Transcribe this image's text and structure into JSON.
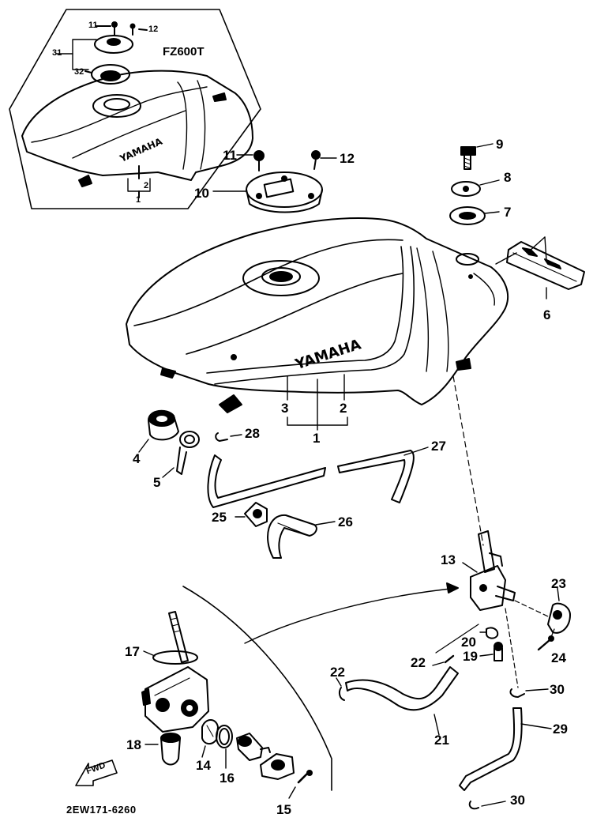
{
  "inset": {
    "model": "FZ600T",
    "labels": {
      "n11": "11",
      "n12": "12",
      "n31": "31",
      "n32": "32",
      "n2": "2",
      "n1": "1"
    },
    "brand": "YAMAHA"
  },
  "tank": {
    "brand": "YAMAHA"
  },
  "callouts": [
    "1",
    "2",
    "3",
    "4",
    "5",
    "6",
    "7",
    "8",
    "9",
    "10",
    "11",
    "12",
    "13",
    "14",
    "15",
    "16",
    "17",
    "18",
    "19",
    "20",
    "21",
    "22",
    "22",
    "23",
    "24",
    "25",
    "26",
    "27",
    "28",
    "29",
    "30",
    "30"
  ],
  "direction_marker": "FWD",
  "drawing_code": "2EW171-6260"
}
